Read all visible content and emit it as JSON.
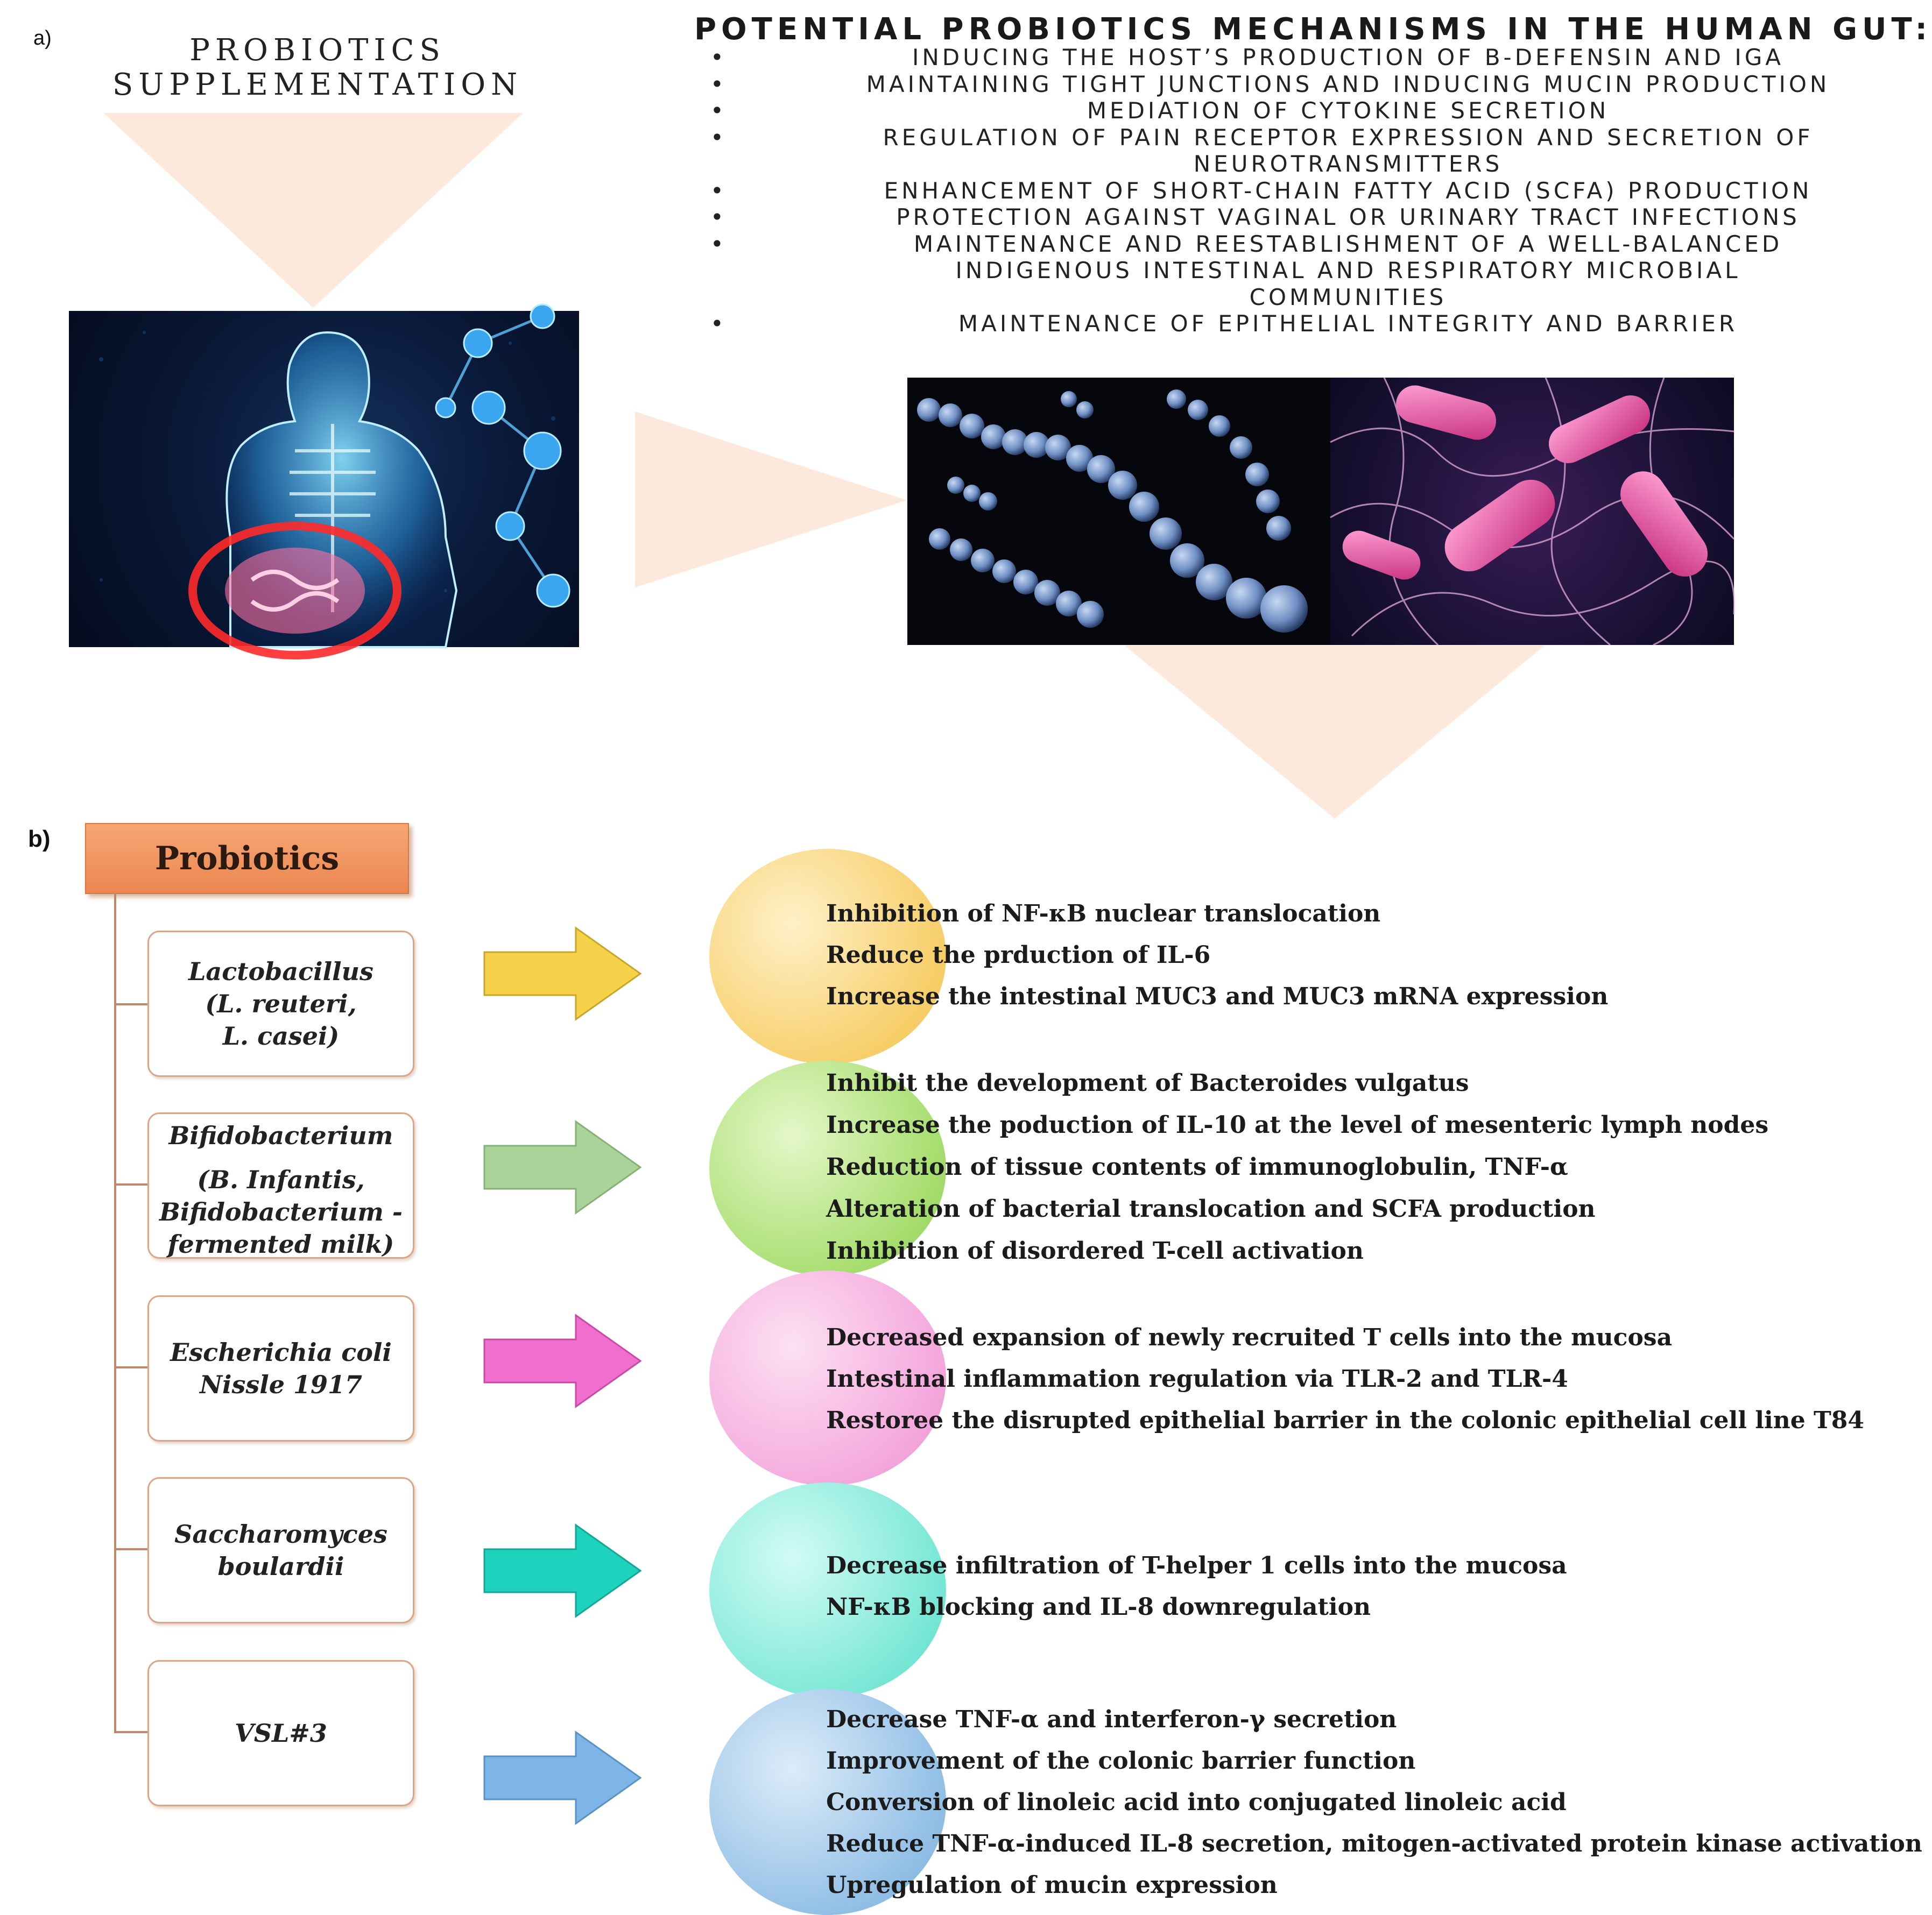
{
  "panel_a": {
    "label": "a)",
    "supplementation_title": [
      "PROBIOTICS",
      "SUPPLEMENTATION"
    ],
    "mechanisms_title": "POTENTIAL PROBIOTICS MECHANISMS IN THE HUMAN GUT:",
    "mechanisms": [
      [
        "INDUCING THE HOST’S PRODUCTION OF B-DEFENSIN AND IGA"
      ],
      [
        "MAINTAINING TIGHT JUNCTIONS AND INDUCING MUCIN PRODUCTION"
      ],
      [
        "MEDIATION OF CYTOKINE SECRETION"
      ],
      [
        "REGULATION OF PAIN RECEPTOR EXPRESSION AND SECRETION OF",
        "NEUROTRANSMITTERS"
      ],
      [
        "ENHANCEMENT OF SHORT-CHAIN FATTY ACID (SCFA) PRODUCTION"
      ],
      [
        "PROTECTION AGAINST VAGINAL OR URINARY TRACT INFECTIONS"
      ],
      [
        "MAINTENANCE AND REESTABLISHMENT OF A WELL-BALANCED",
        "INDIGENOUS INTESTINAL AND RESPIRATORY MICROBIAL",
        "COMMUNITIES"
      ],
      [
        "MAINTENANCE OF EPITHELIAL INTEGRITY AND BARRIER"
      ]
    ],
    "bullet": "•"
  },
  "panel_b": {
    "label": "b)",
    "header": "Probiotics",
    "groups": [
      {
        "species": [
          "Lactobacillus",
          "(L. reuteri,",
          "L. casei)"
        ],
        "color": "#f5cf63",
        "effects": [
          "Inhibition of NF-κB nuclear translocation",
          "Reduce the prduction of IL-6",
          "Increase the intestinal MUC3 and MUC3 mRNA expression"
        ]
      },
      {
        "species": [
          "Bifidobacterium",
          "(B. Infantis,",
          "Bifidobacterium -",
          "fermented milk)"
        ],
        "color": "#a9df72",
        "effects": [
          "Inhibit the development of Bacteroides vulgatus",
          "Increase the poduction of IL-10 at the level of mesenteric lymph nodes",
          "Reduction of tissue contents of immunoglobulin, TNF-α",
          "Alteration of bacterial translocation and SCFA production",
          "Inhibition of disordered T-cell activation"
        ]
      },
      {
        "species": [
          "Escherichia coli",
          "Nissle 1917"
        ],
        "color": "#f3a6dc",
        "effects": [
          "Decreased expansion of newly recruited T cells into the mucosa",
          "Intestinal inflammation regulation via TLR-2 and TLR-4",
          "Restoree the  disrupted epithelial barrier in the colonic epithelial cell line T84"
        ]
      },
      {
        "species": [
          "Saccharomyces",
          "boulardii"
        ],
        "color": "#72e6d4",
        "effects": [
          "Decrease infiltration of T-helper 1 cells into the mucosa",
          "NF-κB blocking and IL-8 downregulation"
        ]
      },
      {
        "species": [
          "VSL#3"
        ],
        "color": "#8dbbe3",
        "effects": [
          "Decrease TNF-α and interferon-γ secretion",
          "Improvement of the colonic barrier function",
          "Conversion of linoleic acid into conjugated linoleic acid",
          "Reduce TNF-α-induced IL-8 secretion, mitogen-activated protein kinase activation",
          "Upregulation of mucin expression"
        ]
      }
    ]
  }
}
